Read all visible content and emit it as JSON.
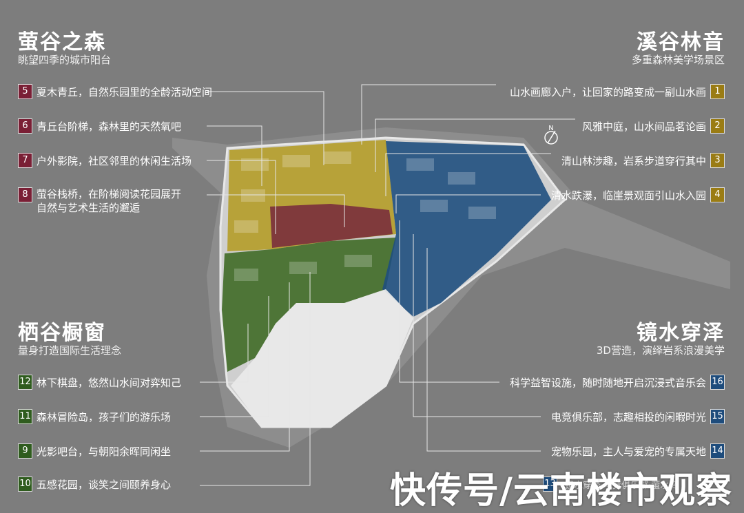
{
  "zones": {
    "top_left": {
      "title": "萤谷之森",
      "subtitle": "眺望四季的城市阳台"
    },
    "top_right": {
      "title": "溪谷林音",
      "subtitle": "多重森林美学场景区"
    },
    "bottom_left": {
      "title": "栖谷橱窗",
      "subtitle": "量身打造国际生活理念"
    },
    "bottom_right": {
      "title": "镜水穿泽",
      "subtitle": "3D营造，演绎岩系浪漫美学"
    }
  },
  "items_left_top": [
    {
      "num": "5",
      "text": "夏木青丘，自然乐园里的全龄活动空间"
    },
    {
      "num": "6",
      "text": "青丘台阶梯，森林里的天然氧吧"
    },
    {
      "num": "7",
      "text": "户外影院，社区邻里的休闲生活场"
    },
    {
      "num": "8",
      "text": "萤谷栈桥，在阶梯阅读花园展开",
      "text2": "自然与艺术生活的邂逅"
    }
  ],
  "items_right_top": [
    {
      "num": "1",
      "text": "山水画廊入户，让回家的路变成一副山水画"
    },
    {
      "num": "2",
      "text": "风雅中庭，山水间品茗论画"
    },
    {
      "num": "3",
      "text": "清山林涉趣，岩系步道穿行其中"
    },
    {
      "num": "4",
      "text": "清水跌瀑，临崖景观面引山水入园"
    }
  ],
  "items_left_bottom": [
    {
      "num": "12",
      "text": "林下棋盘，悠然山水间对弈知己"
    },
    {
      "num": "11",
      "text": "森林冒险岛，孩子们的游乐场"
    },
    {
      "num": "9",
      "text": "光影吧台，与朝阳余晖同闲坐"
    },
    {
      "num": "10",
      "text": "五感花园，谈笑之间颐养身心"
    }
  ],
  "items_right_bottom": [
    {
      "num": "16",
      "text": "科学益智设施，随时随地开启沉浸式音乐会"
    },
    {
      "num": "15",
      "text": "电竞俱乐部，志趣相投的闲暇时光"
    },
    {
      "num": "14",
      "text": "宠物乐园，主人与爱宠的专属天地"
    },
    {
      "num": "13",
      "text": ""
    }
  ],
  "watermark": "快传号/云南楼市观察",
  "watermark_under": "镜水穿泽·电竞俱乐部·萤水湾",
  "north_symbol": "N",
  "colors": {
    "maroon": "#7a1f35",
    "gold": "#9a7c14",
    "green": "#2f5c1e",
    "blue": "#1e4c7c",
    "background": "#7d7d7d"
  }
}
